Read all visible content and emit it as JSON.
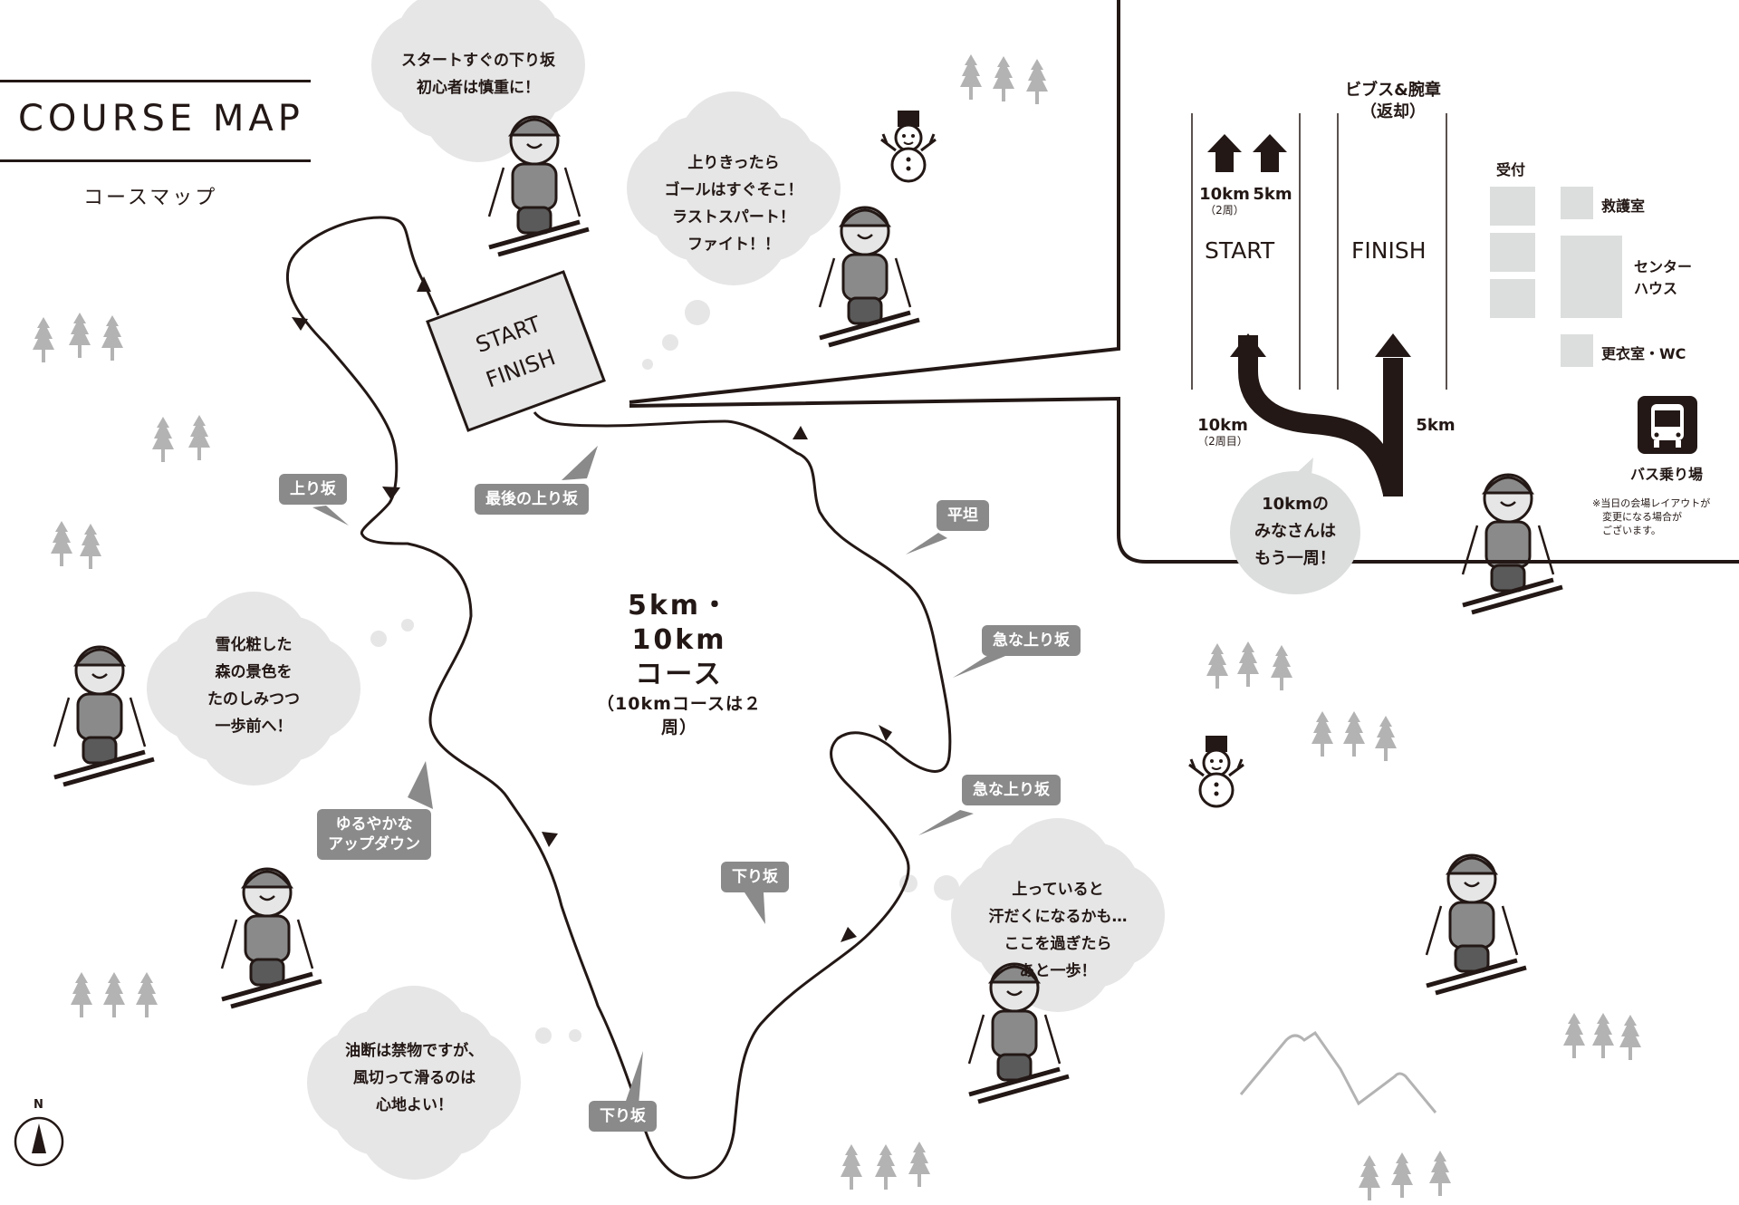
{
  "title": {
    "en": "COURSE MAP",
    "ja": "コースマップ"
  },
  "course": {
    "center_label_line1": "5km・",
    "center_label_line2": "10km",
    "center_label_line3": "コース",
    "center_note": "（10kmコースは２周）",
    "start_finish_box": {
      "line1": "START",
      "line2": "FINISH"
    }
  },
  "tags": {
    "noboru": "上り坂",
    "last_climb": "最後の上り坂",
    "flat": "平坦",
    "steep1": "急な上り坂",
    "steep2": "急な上り坂",
    "gentle": "ゆるやかな\nアップダウン",
    "down1": "下り坂",
    "down2": "下り坂"
  },
  "thoughts": {
    "start_downhill": "スタートすぐの下り坂\n初心者は慎重に！",
    "goal_near": "上りきったら\nゴールはすぐそこ！\nラストスパート！\nファイト！！",
    "forest": "雪化粧した\n森の景色を\nたのしみつつ\n一歩前へ！",
    "careful": "油断は禁物ですが、\n風切って滑るのは\n心地よい！",
    "sweat": "上っていると\n汗だくになるかも…\nここを過ぎたら\nあと一歩！"
  },
  "venue": {
    "bibs_label_line1": "ビブス&腕章",
    "bibs_label_line2": "（返却）",
    "start_arrows": {
      "ten_km": "10km",
      "ten_km_sub": "（2周）",
      "five_km": "5km"
    },
    "start_label": "START",
    "finish_label": "FINISH",
    "split_left": "10km",
    "split_left_sub": "（2周目）",
    "split_right": "5km",
    "reception": "受付",
    "first_aid": "救護室",
    "center_house_line1": "センター",
    "center_house_line2": "ハウス",
    "changing_wc": "更衣室・WC",
    "bus_stop": "バス乗り場",
    "bus_icon": "bus-icon",
    "notice": "※当日の会場レイアウトが\n　変更になる場合が\n　ございます。",
    "lap_bubble": "10kmの\nみなさんは\nもう一周！"
  },
  "compass": {
    "label": "N"
  },
  "colors": {
    "ink": "#231815",
    "tag_gray": "#8a8a8a",
    "cloud_gray": "#e6e6e6",
    "tree_gray": "#b3b3b3",
    "facility_gray": "#dcdddd"
  }
}
